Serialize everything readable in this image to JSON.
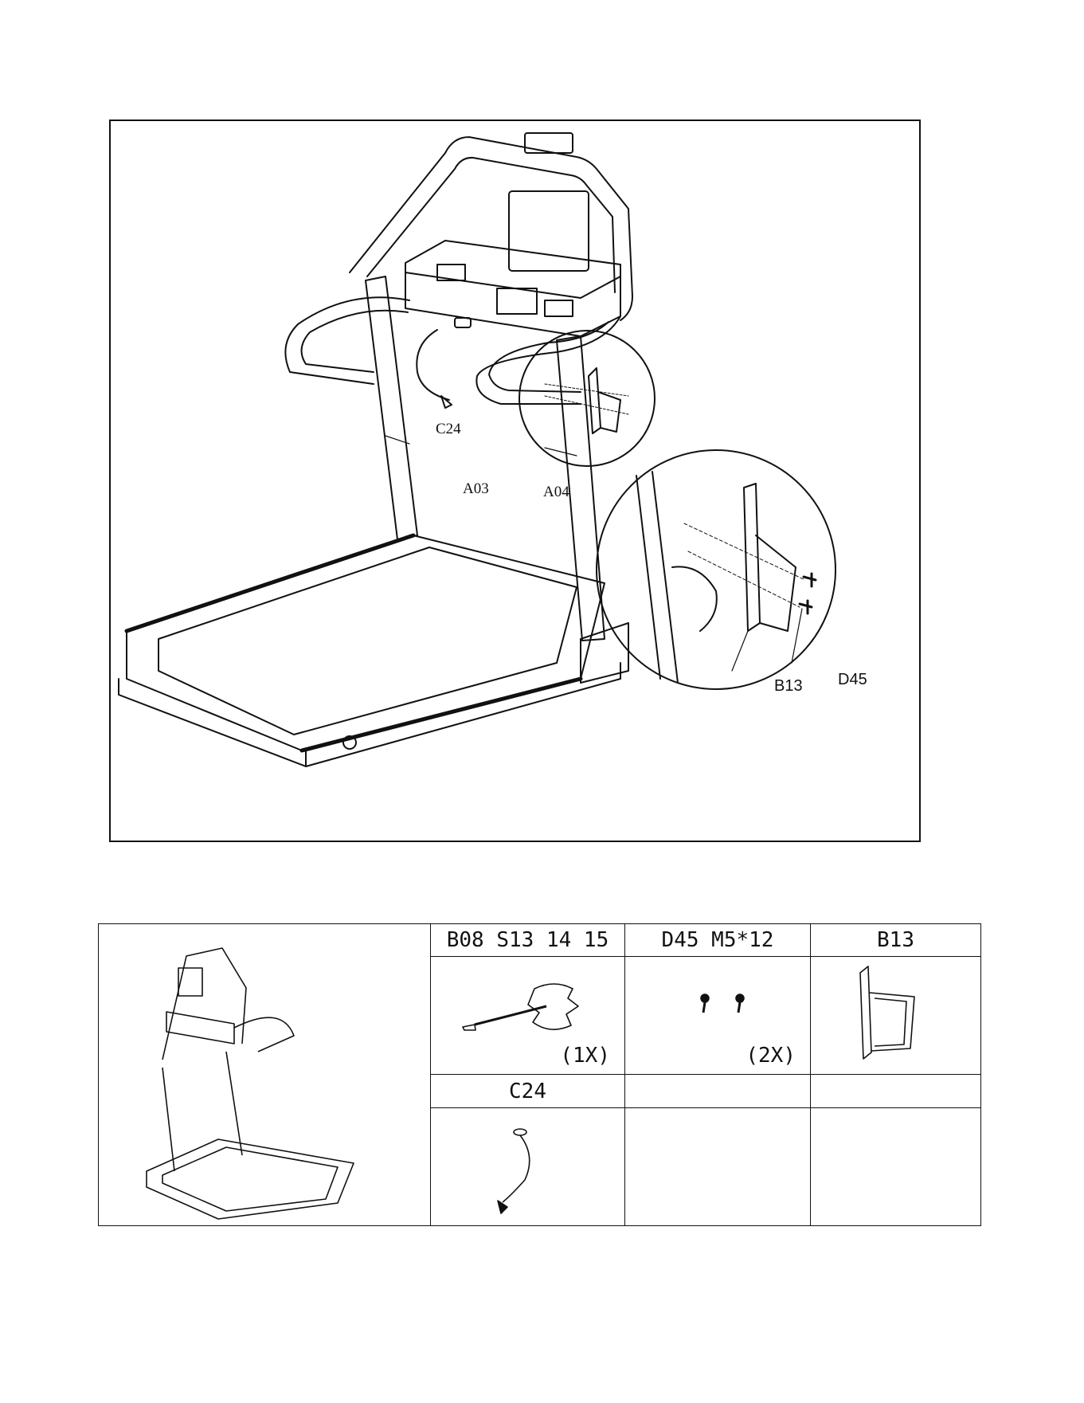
{
  "figure": {
    "callouts": {
      "c24": "C24",
      "a03": "A03",
      "a04": "A04",
      "b13": "B13",
      "d45": "D45"
    }
  },
  "parts_table": {
    "headers": {
      "tool_set": "B08  S13  14  15",
      "screws": "D45   M5*12",
      "bottle_holder": "B13",
      "safety_key": "C24"
    },
    "quantities": {
      "tool_set": "(1X)",
      "screws": "(2X)"
    }
  }
}
